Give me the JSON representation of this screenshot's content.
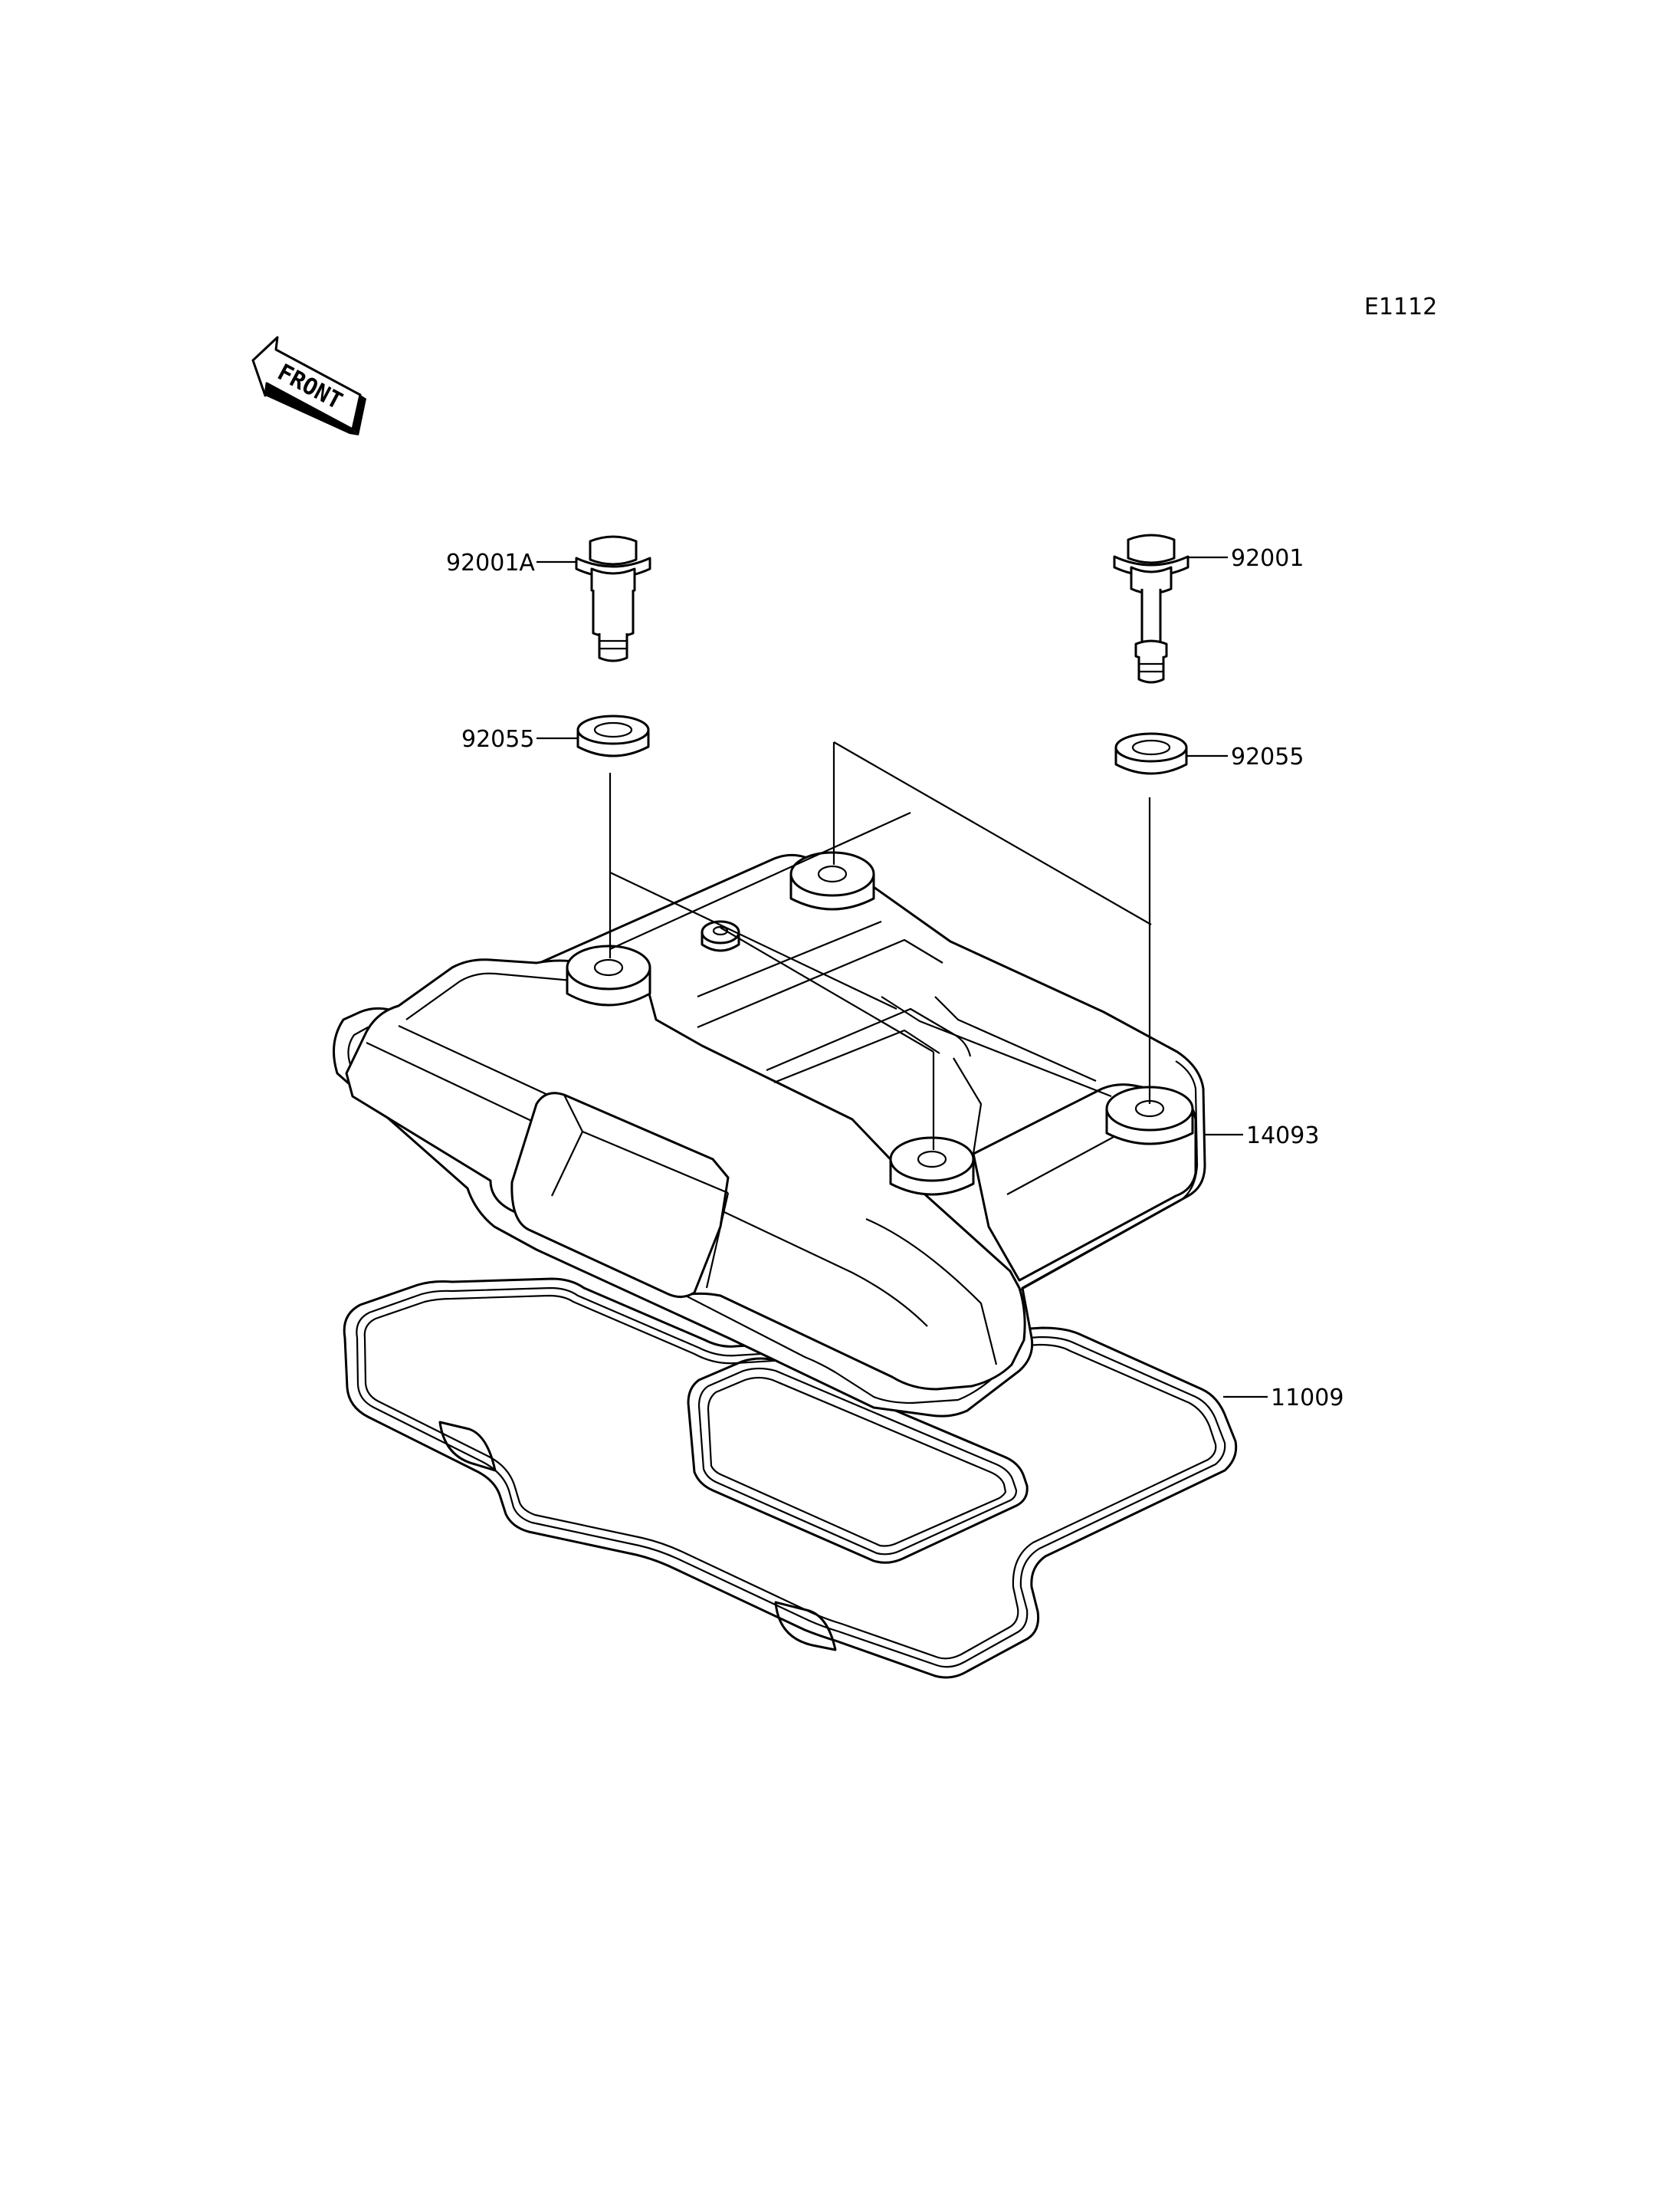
{
  "diagram_code": "E1112",
  "front_label": "FRONT",
  "labels": {
    "bolt_a": "92001A",
    "bolt": "92001",
    "washer_left": "92055",
    "washer_right": "92055",
    "cover": "14093",
    "gasket": "11009"
  },
  "colors": {
    "ink": "#000000",
    "paper": "#ffffff"
  }
}
